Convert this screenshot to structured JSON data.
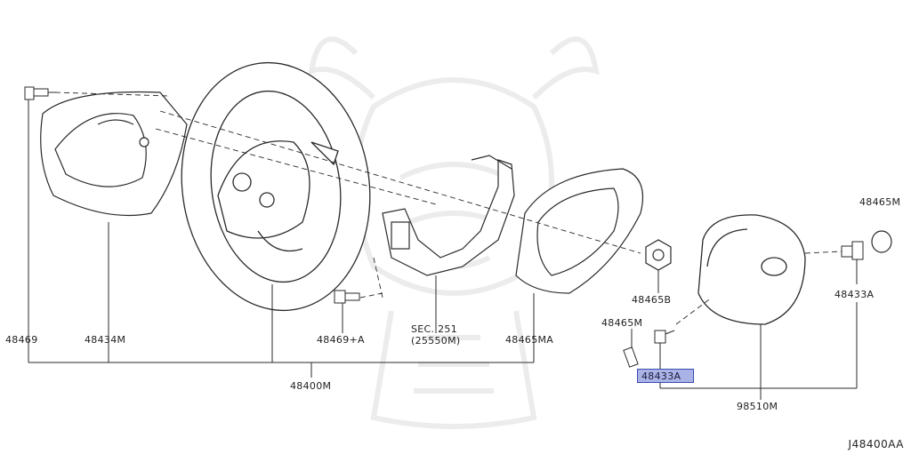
{
  "diagram": {
    "part_labels": {
      "p48469": "48469",
      "p48434M": "48434M",
      "p48400M": "48400M",
      "p48469A": "48469+A",
      "sec251": "SEC. 251",
      "sec251b": "(25550M)",
      "p48465MA": "48465MA",
      "p48465M_left": "48465M",
      "p48433A_highlight": "48433A",
      "p48465B": "48465B",
      "p98510M": "98510M",
      "p48465M_right": "48465M",
      "p48433A_right": "48433A"
    },
    "diagram_code": "J48400AA",
    "colors": {
      "line": "#2a2a2a",
      "watermark": "#e8e8e8",
      "highlight_fill": "#aab3e6",
      "highlight_border": "#3d4bb0"
    }
  }
}
